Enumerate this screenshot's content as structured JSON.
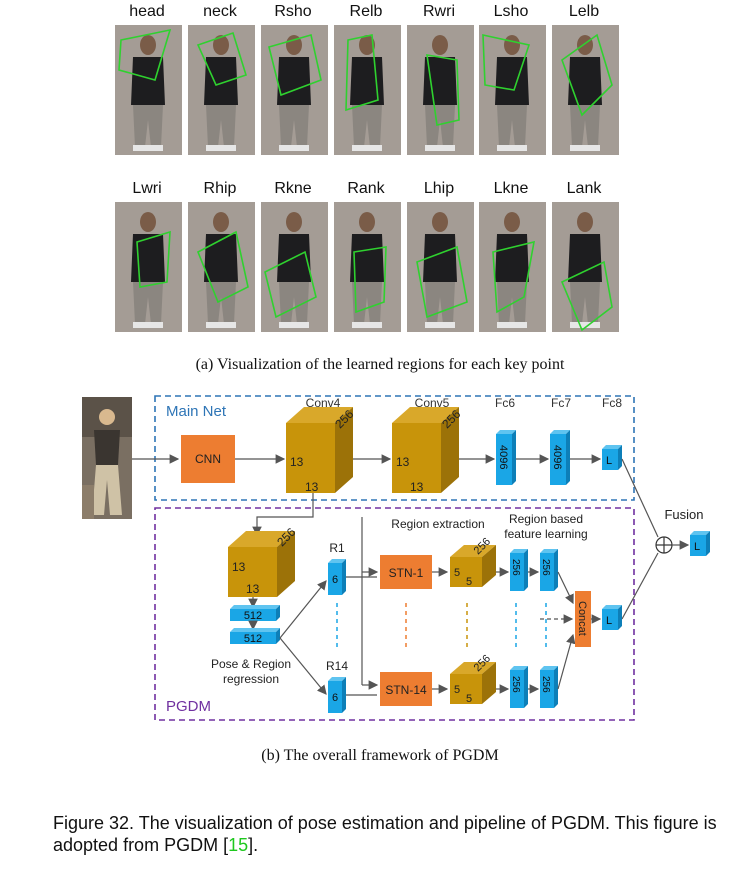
{
  "panel_a": {
    "row1_labels": [
      "head",
      "neck",
      "Rsho",
      "Relb",
      "Rwri",
      "Lsho",
      "Lelb"
    ],
    "row2_labels": [
      "Lwri",
      "Rhip",
      "Rkne",
      "Rank",
      "Lhip",
      "Lkne",
      "Lank"
    ],
    "caption": "(a) Visualization of the learned regions for each key point"
  },
  "panel_b": {
    "main_net_label": "Main Net",
    "pgdm_label": "PGDM",
    "cnn_label": "CNN",
    "conv4_label": "Conv4",
    "conv5_label": "Conv5",
    "fc6_label": "Fc6",
    "fc7_label": "Fc7",
    "fc8_label": "Fc8",
    "conv4_depth": "256",
    "conv4_h": "13",
    "conv4_w": "13",
    "conv5_depth": "256",
    "conv5_h": "13",
    "conv5_w": "13",
    "fc6_size": "4096",
    "fc7_size": "4096",
    "fc_out": "L",
    "fusion_label": "Fusion",
    "fusion_out": "L",
    "pgdm_cube_depth": "256",
    "pgdm_cube_h": "13",
    "pgdm_cube_w": "13",
    "fc512_a": "512",
    "fc512_b": "512",
    "pose_region_label_1": "Pose & Region",
    "pose_region_label_2": "regression",
    "r1_label": "R1",
    "r14_label": "R14",
    "r_size": "6",
    "region_extraction_label": "Region extraction",
    "region_feature_label_1": "Region based",
    "region_feature_label_2": "feature learning",
    "stn1_label": "STN-1",
    "stn14_label": "STN-14",
    "small_cube_depth": "256",
    "small_cube_h": "5",
    "small_cube_w": "5",
    "feat_256": "256",
    "concat_label": "Concat",
    "concat_out": "L",
    "caption": "(b) The overall framework of PGDM"
  },
  "figure_caption": {
    "text": "Figure 32. The visualization of pose estimation and pipeline of PGDM. This figure is adopted from PGDM [",
    "ref": "15",
    "end": "]."
  },
  "colors": {
    "cube_front": "#c8940a",
    "cube_top": "#d9a82a",
    "cube_side": "#9c7208",
    "fc_blue": "#1aa6e6",
    "fc_blue_dark": "#0d7fb8",
    "orange": "#ed7d31",
    "main_net_border": "#2e75b6",
    "pgdm_border": "#7030a0",
    "ref_green": "#1ec81e"
  }
}
